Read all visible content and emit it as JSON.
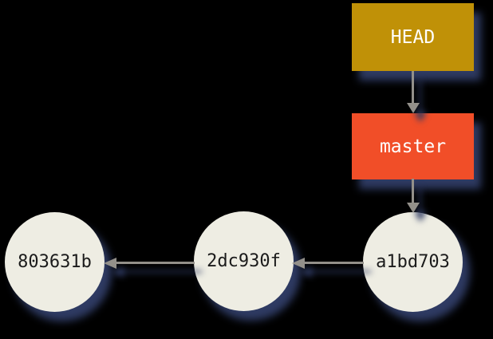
{
  "diagram": {
    "type": "git-commit-graph",
    "background": "#000000",
    "refs": [
      {
        "name": "HEAD",
        "kind": "symbolic-ref",
        "box_color": "#c09107",
        "points_to": "master"
      },
      {
        "name": "master",
        "kind": "branch",
        "box_color": "#f14e28",
        "points_to": "a1bd703"
      }
    ],
    "commits": [
      {
        "id": "803631b"
      },
      {
        "id": "2dc930f"
      },
      {
        "id": "a1bd703"
      }
    ],
    "edges": [
      {
        "from": "HEAD",
        "to": "master",
        "direction": "down"
      },
      {
        "from": "master",
        "to": "a1bd703",
        "direction": "down"
      },
      {
        "from": "a1bd703",
        "to": "2dc930f",
        "direction": "left"
      },
      {
        "from": "2dc930f",
        "to": "803631b",
        "direction": "left"
      }
    ],
    "colors": {
      "head_box": "#c09107",
      "branch_box": "#f14e28",
      "commit_fill": "#eeede3",
      "commit_text": "#1b1b1b",
      "ref_text": "#ffffff",
      "arrow": "#93908a",
      "shadow": "#2e3a62"
    }
  }
}
